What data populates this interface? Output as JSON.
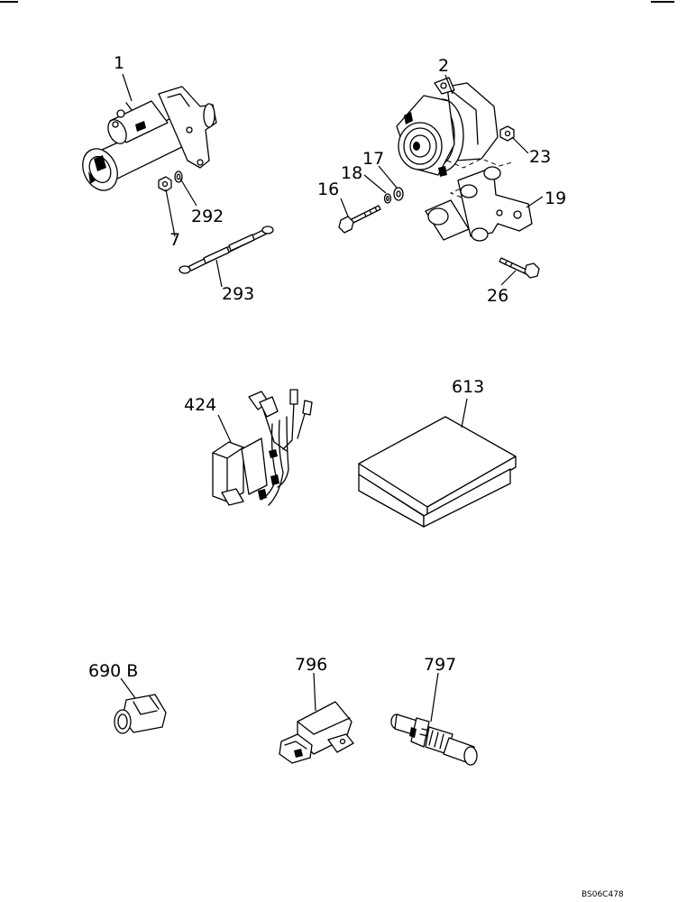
{
  "callouts": {
    "c1": "1",
    "c2": "2",
    "c7": "7",
    "c16": "16",
    "c17": "17",
    "c18": "18",
    "c19": "19",
    "c23": "23",
    "c26": "26",
    "c292": "292",
    "c293": "293",
    "c424": "424",
    "c613": "613",
    "c690b": "690 B",
    "c796": "796",
    "c797": "797"
  },
  "drawing_code": "BS06C478",
  "parts": [
    {
      "ref": "1",
      "icon": "starter-motor-icon"
    },
    {
      "ref": "2",
      "icon": "alternator-icon"
    },
    {
      "ref": "7",
      "icon": "nut-icon"
    },
    {
      "ref": "16",
      "icon": "bolt-icon"
    },
    {
      "ref": "17",
      "icon": "washer-icon"
    },
    {
      "ref": "18",
      "icon": "spring-washer-icon"
    },
    {
      "ref": "19",
      "icon": "bracket-icon"
    },
    {
      "ref": "23",
      "icon": "nut-icon"
    },
    {
      "ref": "26",
      "icon": "bolt-icon"
    },
    {
      "ref": "292",
      "icon": "washer-icon"
    },
    {
      "ref": "293",
      "icon": "cable-icon"
    },
    {
      "ref": "424",
      "icon": "relay-harness-icon"
    },
    {
      "ref": "613",
      "icon": "control-unit-icon"
    },
    {
      "ref": "690 B",
      "icon": "connector-icon"
    },
    {
      "ref": "796",
      "icon": "sensor-icon"
    },
    {
      "ref": "797",
      "icon": "temperature-sensor-icon"
    }
  ]
}
